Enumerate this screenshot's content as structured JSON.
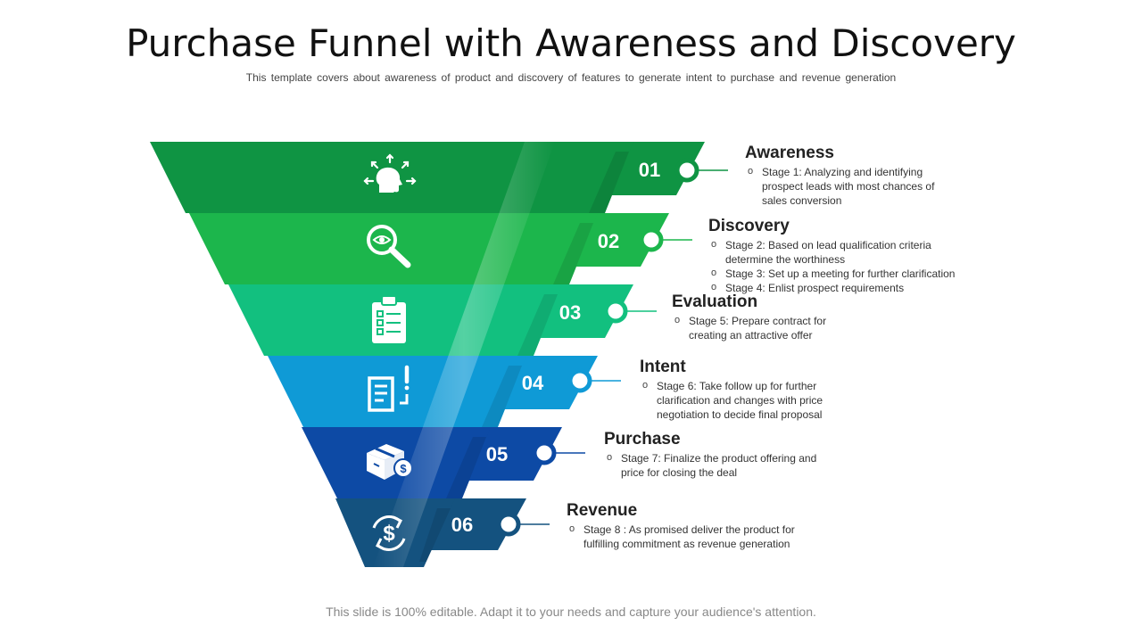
{
  "title": "Purchase Funnel with Awareness and Discovery",
  "subtitle": "This template covers about awareness of product and discovery of features to generate intent to purchase and revenue generation",
  "footer": "This slide is 100% editable. Adapt it to your needs and capture your audience's attention.",
  "stages": [
    {
      "number": "01",
      "title": "Awareness",
      "color": "#0f9443",
      "icon": "head-arrows-icon",
      "bullets": [
        "Stage 1: Analyzing and identifying prospect leads with most chances of sales conversion"
      ]
    },
    {
      "number": "02",
      "title": "Discovery",
      "color": "#1cb64c",
      "icon": "magnifier-eye-icon",
      "bullets": [
        "Stage 2: Based on lead qualification criteria determine the worthiness",
        "Stage 3: Set up a meeting for further clarification",
        "Stage 4: Enlist prospect requirements"
      ]
    },
    {
      "number": "03",
      "title": "Evaluation",
      "color": "#12c07f",
      "icon": "clipboard-checklist-icon",
      "bullets": [
        "Stage 5: Prepare contract for creating an attractive offer"
      ]
    },
    {
      "number": "04",
      "title": "Intent",
      "color": "#0f9ad6",
      "icon": "document-alert-icon",
      "bullets": [
        "Stage 6: Take follow up for further clarification and changes with price negotiation to decide final proposal"
      ]
    },
    {
      "number": "05",
      "title": "Purchase",
      "color": "#0d4aa5",
      "icon": "box-dollar-icon",
      "bullets": [
        "Stage 7: Finalize the product offering and price for closing the deal"
      ]
    },
    {
      "number": "06",
      "title": "Revenue",
      "color": "#14527f",
      "icon": "dollar-cycle-icon",
      "bullets": [
        "Stage 8 : As promised deliver the product for fulfilling commitment as revenue generation"
      ]
    }
  ]
}
